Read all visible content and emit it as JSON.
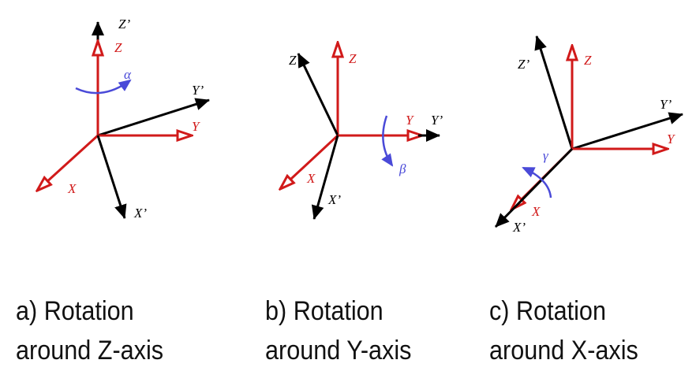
{
  "colors": {
    "original_axes": "#d11a1a",
    "rotated_axes": "#000000",
    "rotation_arrow": "#4a4ad8"
  },
  "panels": [
    {
      "caption_line1": "a) Rotation",
      "caption_line2": "around Z-axis",
      "angle": "α",
      "labels": {
        "x": "X",
        "y": "Y",
        "z": "Z",
        "xp": "X’",
        "yp": "Y’",
        "zp": "Z’"
      }
    },
    {
      "caption_line1": "b) Rotation",
      "caption_line2": "around Y-axis",
      "angle": "β",
      "labels": {
        "x": "X",
        "y": "Y",
        "z": "Z",
        "xp": "X’",
        "yp": "Y’",
        "zp": "Z’"
      }
    },
    {
      "caption_line1": "c) Rotation",
      "caption_line2": "around X-axis",
      "angle": "γ",
      "labels": {
        "x": "X",
        "y": "Y",
        "z": "Z",
        "xp": "X’",
        "yp": "Y’",
        "zp": "Z’"
      }
    }
  ]
}
